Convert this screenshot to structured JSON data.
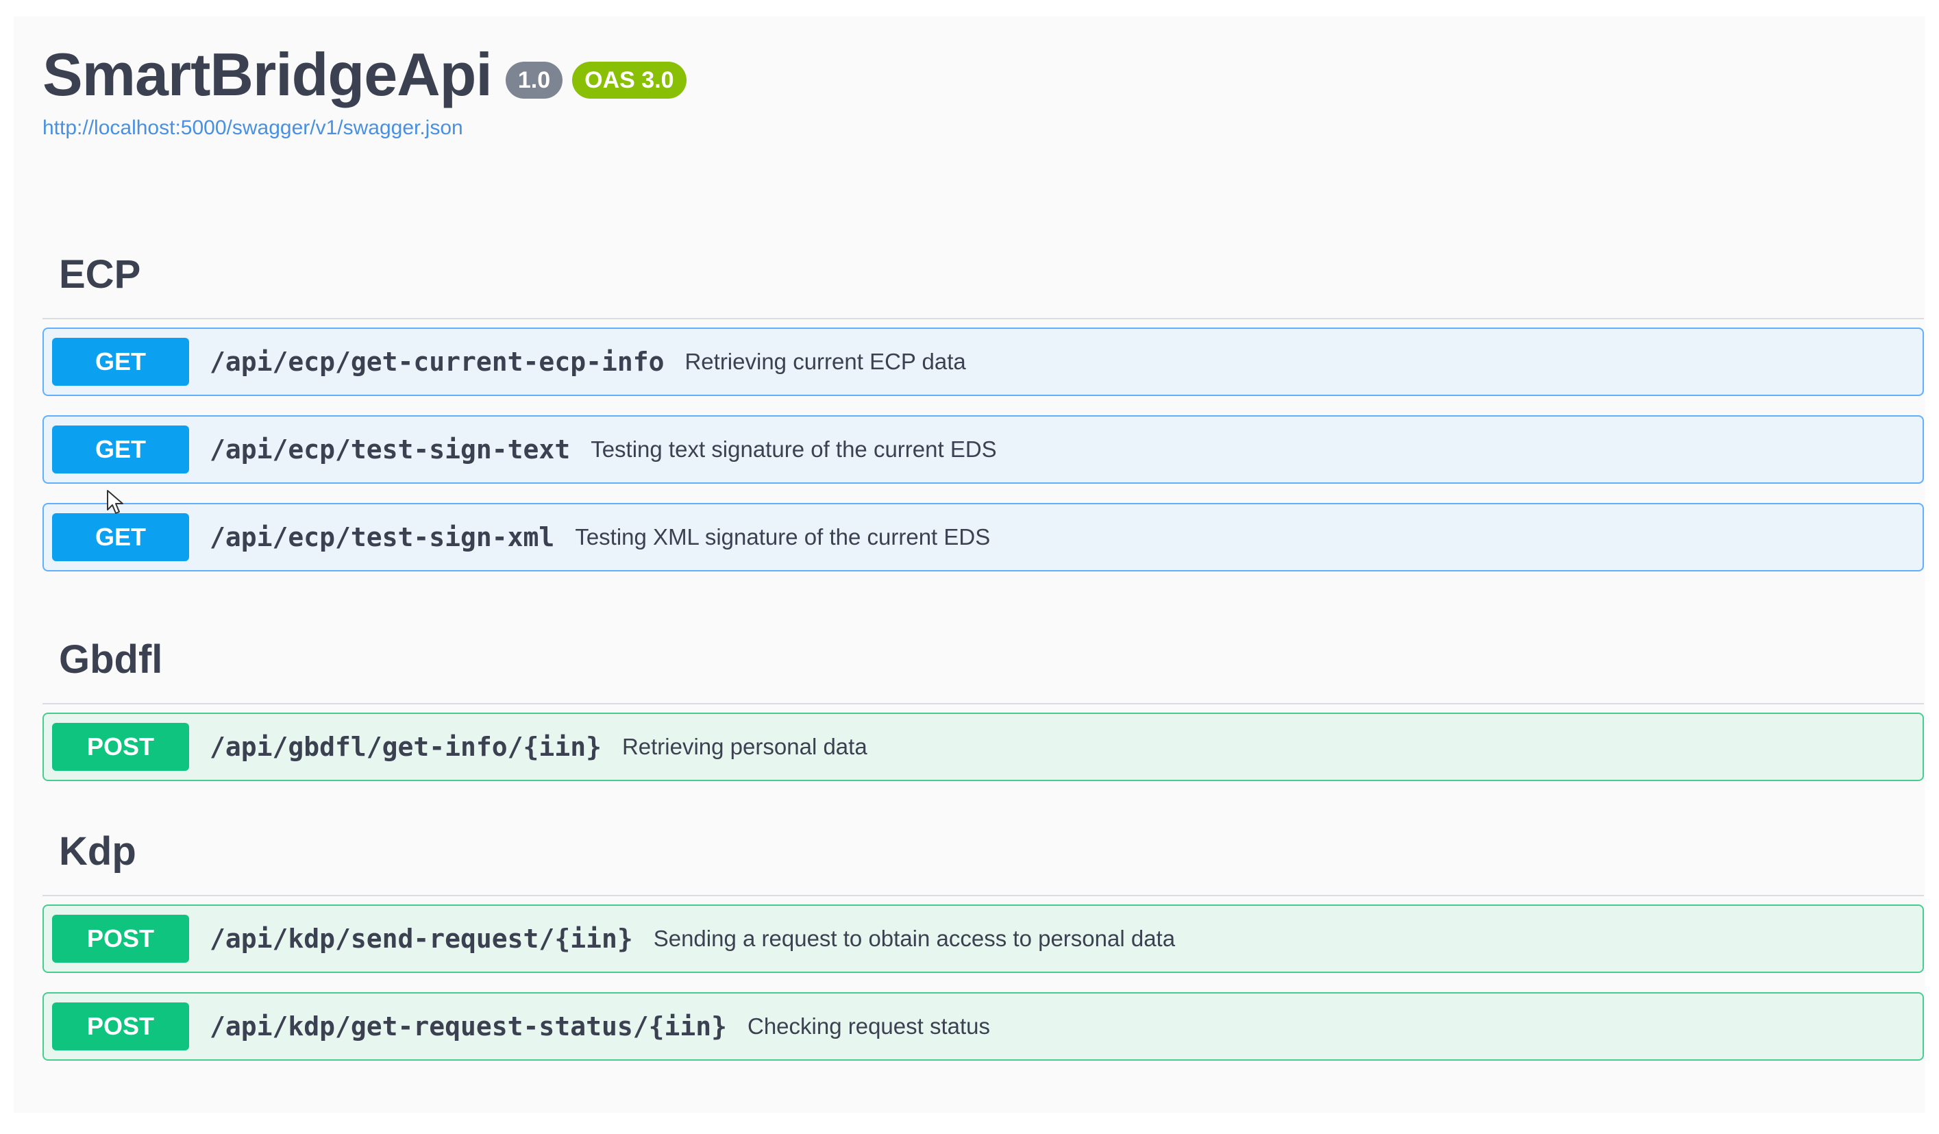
{
  "info": {
    "title": "SmartBridgeApi",
    "version": "1.0",
    "oas": "OAS 3.0",
    "spec_url": "http://localhost:5000/swagger/v1/swagger.json"
  },
  "tags": [
    {
      "name": "ECP",
      "operations": [
        {
          "method": "GET",
          "path": "/api/ecp/get-current-ecp-info",
          "summary": "Retrieving current ECP data"
        },
        {
          "method": "GET",
          "path": "/api/ecp/test-sign-text",
          "summary": "Testing text signature of the current EDS"
        },
        {
          "method": "GET",
          "path": "/api/ecp/test-sign-xml",
          "summary": "Testing XML signature of the current EDS"
        }
      ]
    },
    {
      "name": "Gbdfl",
      "operations": [
        {
          "method": "POST",
          "path": "/api/gbdfl/get-info/{iin}",
          "summary": "Retrieving personal data"
        }
      ]
    },
    {
      "name": "Kdp",
      "operations": [
        {
          "method": "POST",
          "path": "/api/kdp/send-request/{iin}",
          "summary": "Sending a request to obtain access to personal data"
        },
        {
          "method": "POST",
          "path": "/api/kdp/get-request-status/{iin}",
          "summary": "Checking request status"
        }
      ]
    }
  ],
  "colors": {
    "get_accent": "#61affe",
    "post_accent": "#49cc90",
    "version_badge": "#7d8492",
    "oas_badge": "#89bf04",
    "link": "#4990e2"
  }
}
